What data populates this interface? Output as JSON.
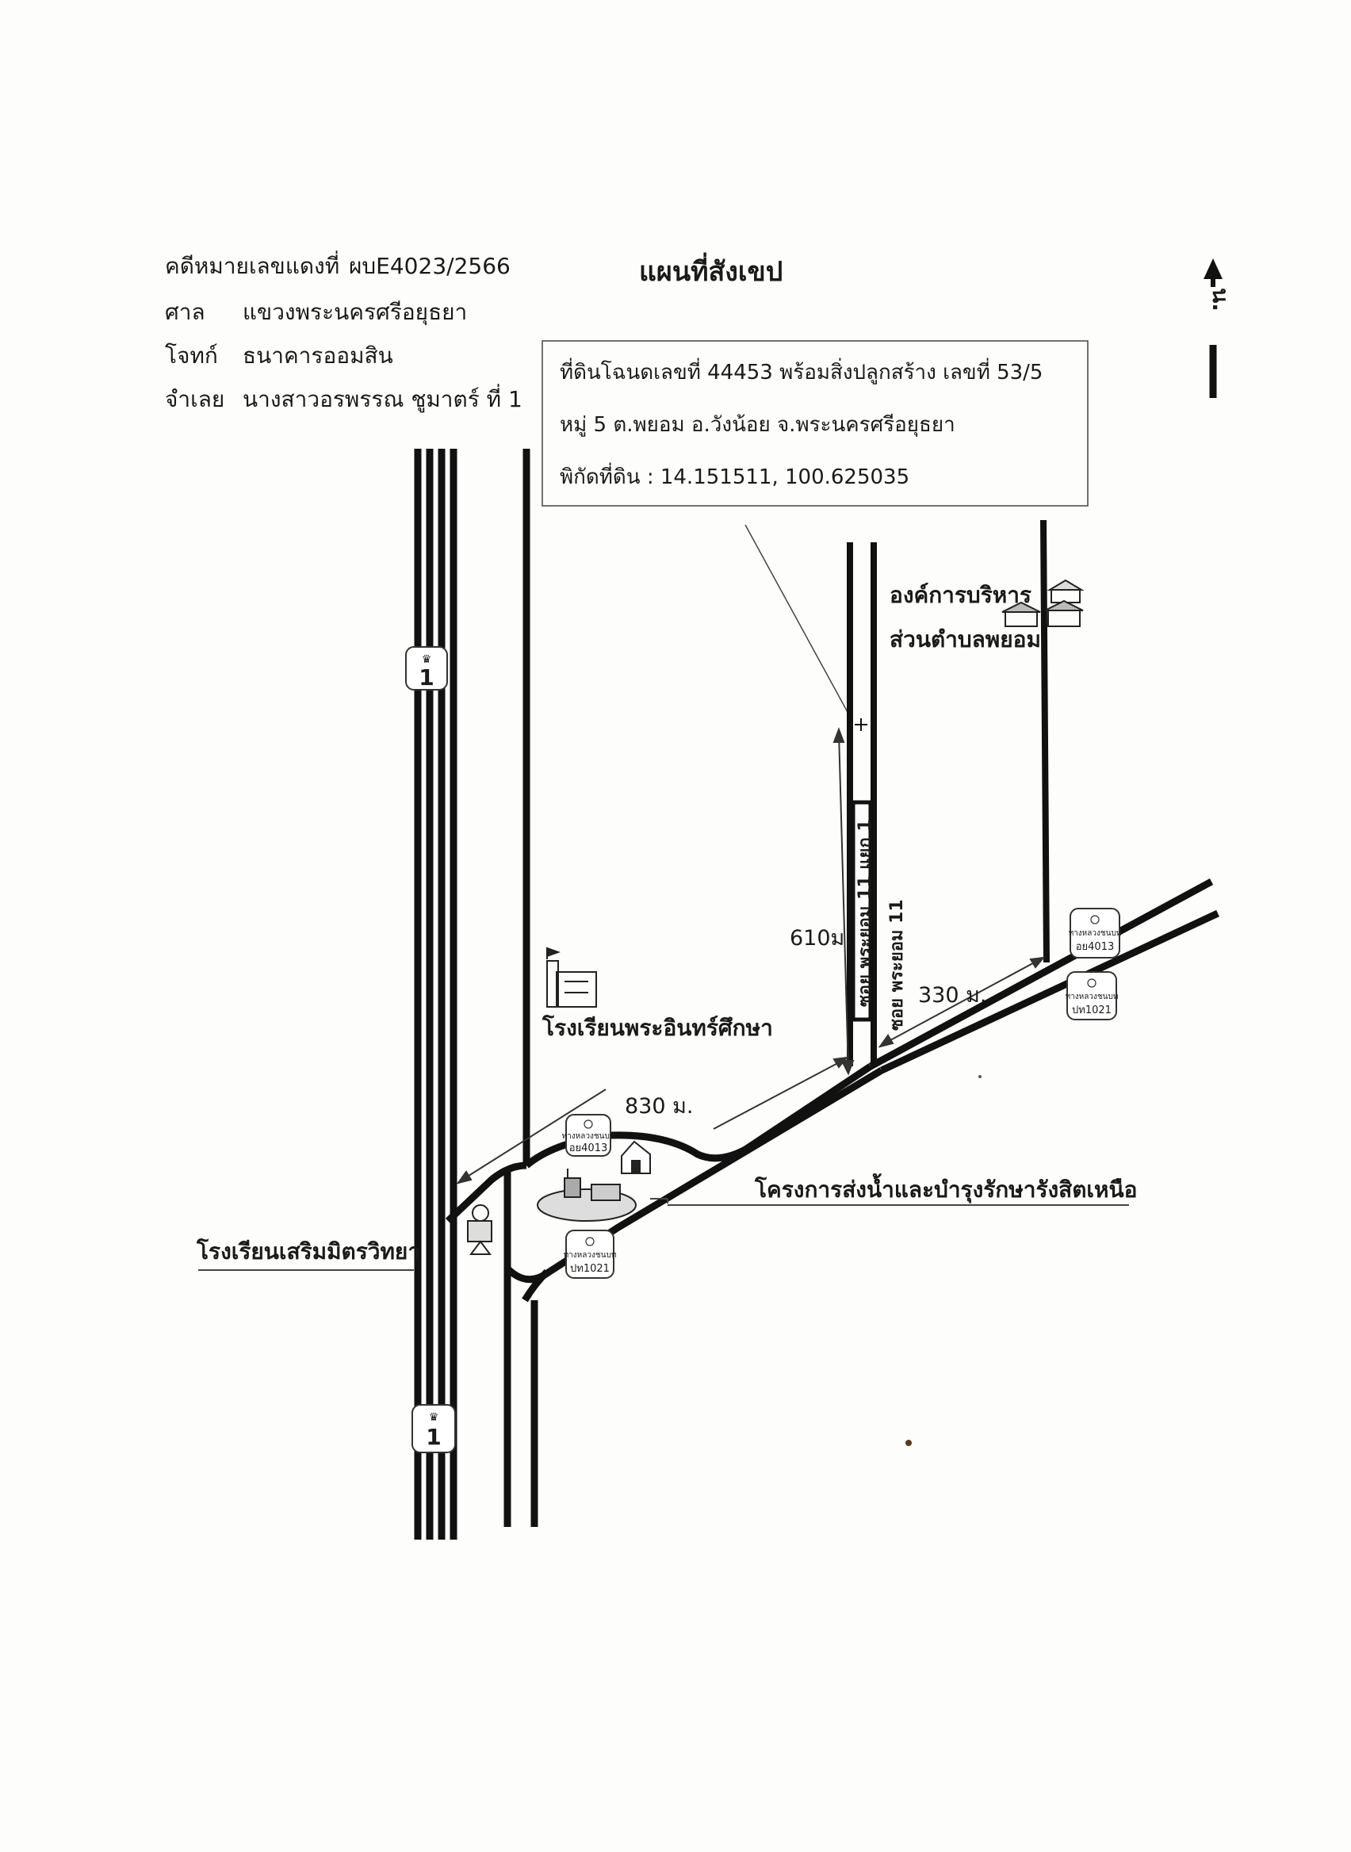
{
  "header": {
    "case_label": "คดีหมายเลขแดงที่",
    "case_value": "ผบE4023/2566",
    "court_label": "ศาล",
    "court_value": "แขวงพระนครศรีอยุธยา",
    "plaintiff_label": "โจทก์",
    "plaintiff_value": "ธนาคารออมสิน",
    "defendant_label": "จำเลย",
    "defendant_value": "นางสาวอรพรรณ  ชูมาตร์ ที่ 1"
  },
  "title": "แผนที่สังเขป",
  "north": {
    "label": "น."
  },
  "property": {
    "line1": "ที่ดินโฉนดเลขที่   44453  พร้อมสิ่งปลูกสร้าง เลขที่ 53/5",
    "line2": "หมู่ 5   ต.พยอม     อ.วังน้อย   จ.พระนครศรีอยุธยา",
    "line3": "พิกัดที่ดิน : 14.151511, 100.625035"
  },
  "roads": {
    "soi_branch": "ซอย พระยอม 11 แยก 1",
    "soi_main": "ซอย พระยอม 11",
    "highway_number": "1"
  },
  "distances": {
    "d610": "610ม.",
    "d330": "330 ม.",
    "d830": "830 ม."
  },
  "places": {
    "tao": "องค์การบริหาร",
    "tao2": "ส่วนตำบลพยอม",
    "school_pra_in": "โรงเรียนพระอินทร์ศึกษา",
    "irrigation": "โครงการส่งน้ำและบำรุงรักษารังสิตเหนือ",
    "school_serm": "โรงเรียนเสริมมิตรวิทยา"
  },
  "shields": {
    "top_text": "ทางหลวงชนบท",
    "a_4013": "อย4013",
    "p_1021": "ปท1021"
  }
}
